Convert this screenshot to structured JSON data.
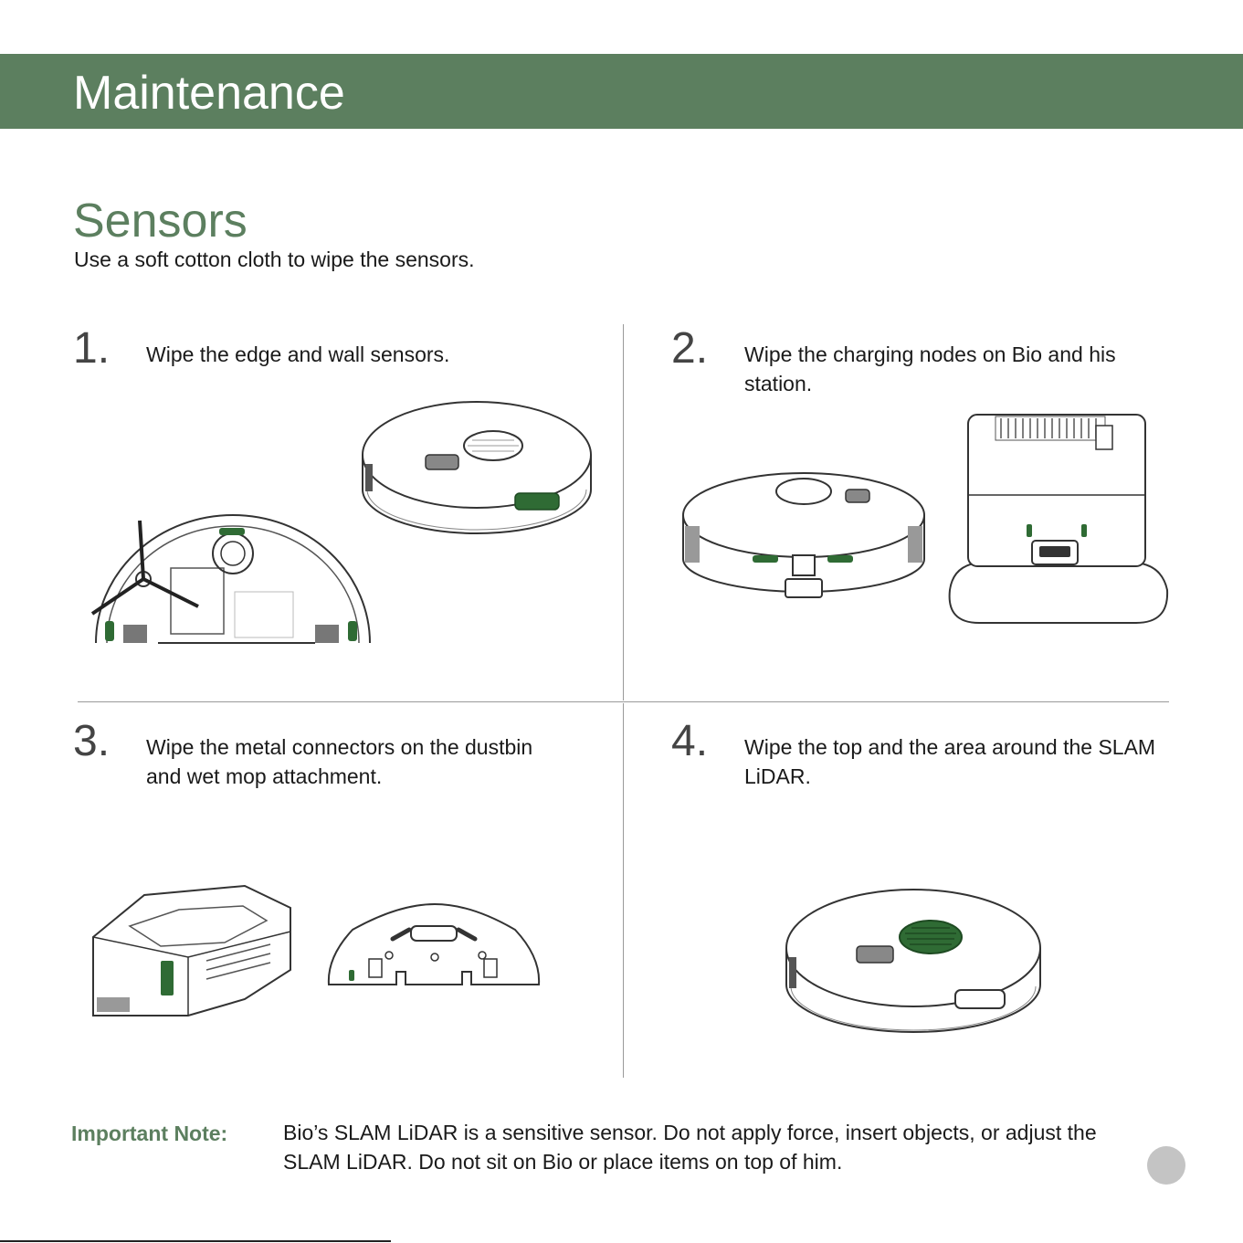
{
  "header": {
    "title": "Maintenance"
  },
  "section": {
    "title": "Sensors",
    "subtitle": "Use a soft cotton cloth to wipe the sensors."
  },
  "steps": [
    {
      "number": "1.",
      "text": "Wipe the edge and wall sensors."
    },
    {
      "number": "2.",
      "text": "Wipe the charging nodes on Bio and his station."
    },
    {
      "number": "3.",
      "text": "Wipe the metal connectors on the dustbin and wet mop attachment."
    },
    {
      "number": "4.",
      "text": "Wipe the top and the area around the SLAM LiDAR."
    }
  ],
  "note": {
    "label": "Important Note:",
    "text": "Bio’s SLAM LiDAR is a sensitive sensor. Do not apply force, insert objects, or adjust the SLAM LiDAR. Do not sit on Bio or place items on top of him."
  },
  "colors": {
    "brand_green": "#5c7f5f",
    "sensor_green": "#2f6b34",
    "page_dot": "#c4c4c4"
  },
  "icons": [
    "robot-vacuum-top-icon",
    "robot-vacuum-bottom-icon",
    "charging-station-icon",
    "dustbin-icon",
    "mop-attachment-icon"
  ]
}
